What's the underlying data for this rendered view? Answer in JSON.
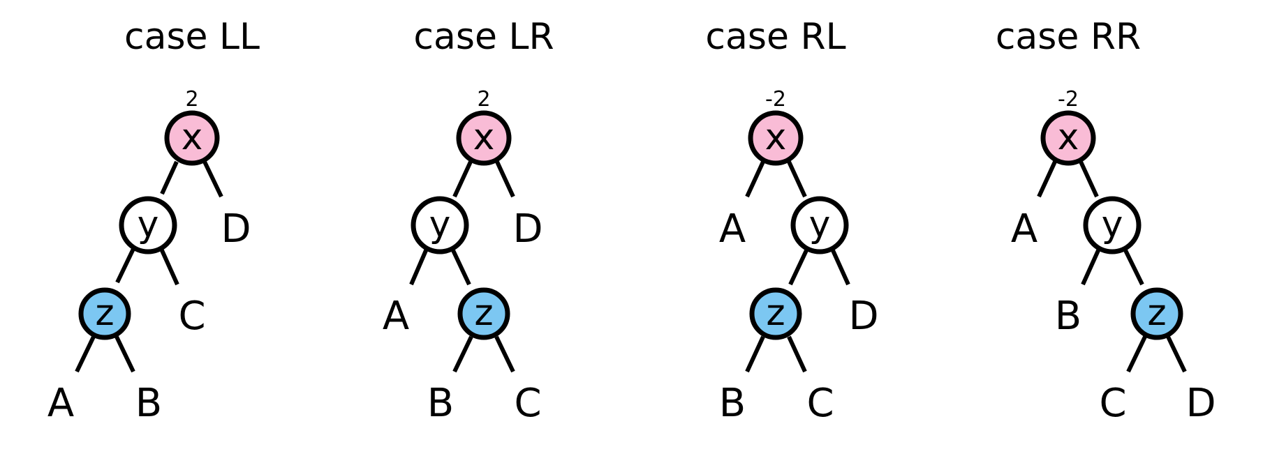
{
  "colors": {
    "x_fill": "#f9bcd6",
    "y_fill": "#ffffff",
    "z_fill": "#7cc7f2",
    "stroke": "#000000"
  },
  "cases": [
    {
      "title": "case LL",
      "balance": "2",
      "nodes": {
        "x": "x",
        "y": "y",
        "z": "z"
      },
      "leaves": {
        "x_right": "D",
        "y_right": "C",
        "z_left": "A",
        "z_right": "B"
      }
    },
    {
      "title": "case LR",
      "balance": "2",
      "nodes": {
        "x": "x",
        "y": "y",
        "z": "z"
      },
      "leaves": {
        "x_right": "D",
        "y_left": "A",
        "z_left": "B",
        "z_right": "C"
      }
    },
    {
      "title": "case RL",
      "balance": "-2",
      "nodes": {
        "x": "x",
        "y": "y",
        "z": "z"
      },
      "leaves": {
        "x_left": "A",
        "y_right": "D",
        "z_left": "B",
        "z_right": "C"
      }
    },
    {
      "title": "case RR",
      "balance": "-2",
      "nodes": {
        "x": "x",
        "y": "y",
        "z": "z"
      },
      "leaves": {
        "x_left": "A",
        "y_left": "B",
        "z_left": "C",
        "z_right": "D"
      }
    }
  ]
}
